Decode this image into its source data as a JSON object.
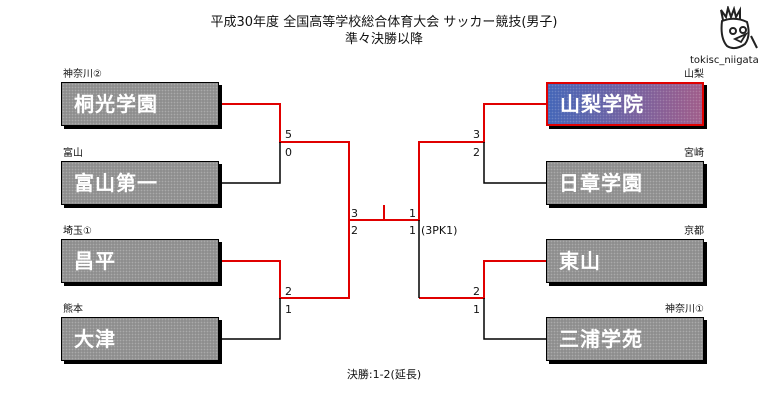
{
  "title_line1": "平成30年度 全国高等学校総合体育大会 サッカー競技(男子)",
  "title_line2": "準々決勝以降",
  "credit": "tokisc_niigata",
  "logo_icon": "bird-mascot-icon",
  "colors": {
    "winner_line": "#e00000",
    "loser_line": "#000000",
    "champion_fill": "#5b6fa8"
  },
  "left": [
    {
      "region": "神奈川②",
      "name": "桐光学園"
    },
    {
      "region": "富山",
      "name": "富山第一"
    },
    {
      "region": "埼玉①",
      "name": "昌平"
    },
    {
      "region": "熊本",
      "name": "大津"
    }
  ],
  "right": [
    {
      "region": "山梨",
      "name": "山梨学院"
    },
    {
      "region": "宮崎",
      "name": "日章学園"
    },
    {
      "region": "京都",
      "name": "東山"
    },
    {
      "region": "神奈川①",
      "name": "三浦学苑"
    }
  ],
  "scores": {
    "qf_left_top": [
      "5",
      "0"
    ],
    "qf_left_bottom": [
      "2",
      "1"
    ],
    "sf_left": [
      "3",
      "2"
    ],
    "qf_right_top": [
      "3",
      "2"
    ],
    "qf_right_bottom": [
      "2",
      "1"
    ],
    "sf_right": [
      "1",
      "1"
    ],
    "sf_right_pk": "(3PK1)"
  },
  "final_result": "決勝:1-2(延長)"
}
